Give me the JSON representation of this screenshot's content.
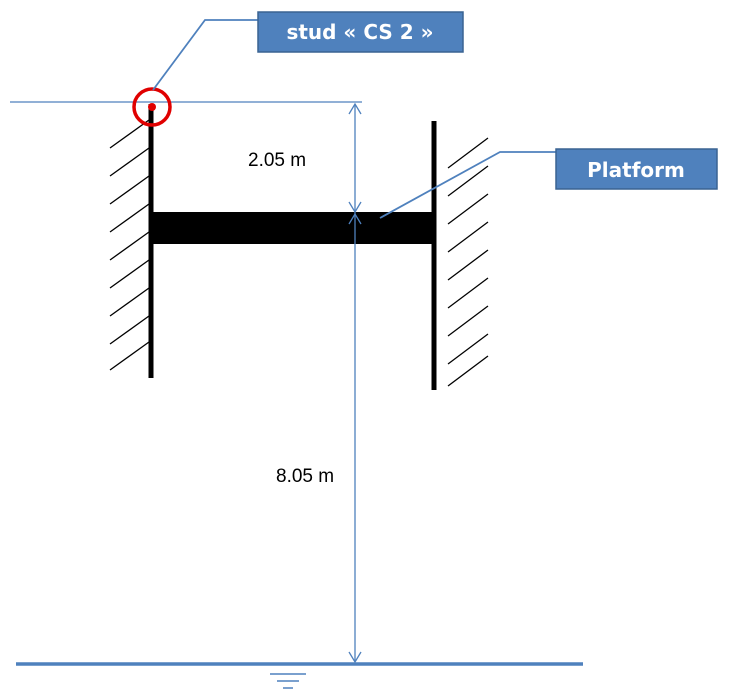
{
  "labels": {
    "stud": "stud  « CS 2 »",
    "platform": "Platform",
    "upper_dimension": "2.05 m",
    "lower_dimension": "8.05 m"
  },
  "colors": {
    "callout_fill": "#4f81bd",
    "line_blue": "#4f81bd",
    "marker_red": "#e00000",
    "structure": "#000000"
  },
  "icons": [
    "water-level-symbol"
  ]
}
